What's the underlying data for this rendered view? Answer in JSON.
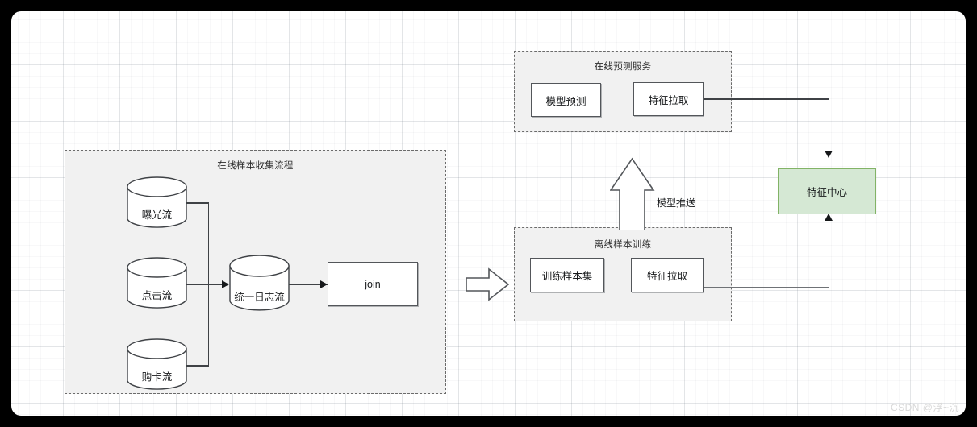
{
  "canvas": {
    "background_color": "#ffffff",
    "outer_background_color": "#000000",
    "grid": "on"
  },
  "groups": {
    "sample_collection": {
      "title": "在线样本收集流程",
      "fill": "#f1f1f1",
      "border_color": "#6b6b6b"
    },
    "online_prediction": {
      "title": "在线预测服务",
      "fill": "#f1f1f1",
      "border_color": "#6b6b6b"
    },
    "offline_training": {
      "title": "离线样本训练",
      "fill": "#f1f1f1",
      "border_color": "#6b6b6b"
    }
  },
  "nodes": {
    "exposure_stream": "曝光流",
    "click_stream": "点击流",
    "card_purchase_stream": "购卡流",
    "unified_log_stream": "统一日志流",
    "join": "join",
    "model_predict": "模型预测",
    "feature_fetch_online": "特征拉取",
    "training_sample_set": "训练样本集",
    "feature_fetch_offline": "特征拉取",
    "feature_center": "特征中心",
    "feature_center_color": "#d5e8d4",
    "feature_center_border": "#82b366"
  },
  "arrows": {
    "model_push_label": "模型推送",
    "stage_transition_label": ""
  },
  "watermark": "CSDN @浮~沉"
}
